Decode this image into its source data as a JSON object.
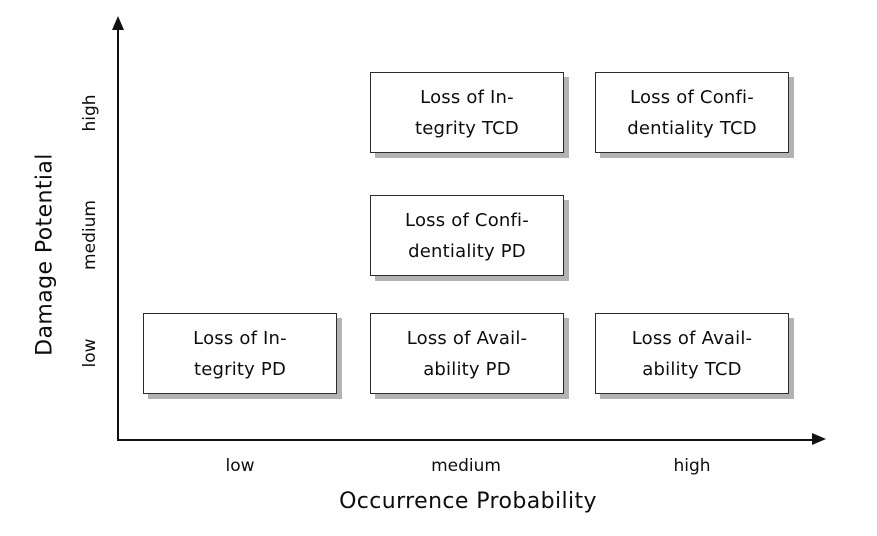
{
  "chart_data": {
    "type": "table",
    "title": "",
    "xlabel": "Occurrence Probability",
    "ylabel": "Damage Potential",
    "x_categories": [
      "low",
      "medium",
      "high"
    ],
    "y_categories": [
      "low",
      "medium",
      "high"
    ],
    "grid": false,
    "legend": "none",
    "cells": [
      {
        "x": "medium",
        "y": "high",
        "label": "Loss of Integrity TCD",
        "line1": "Loss of In-",
        "line2": "tegrity TCD"
      },
      {
        "x": "high",
        "y": "high",
        "label": "Loss of Confidentiality TCD",
        "line1": "Loss of Confi-",
        "line2": "dentiality TCD"
      },
      {
        "x": "medium",
        "y": "medium",
        "label": "Loss of Confidentiality PD",
        "line1": "Loss of Confi-",
        "line2": "dentiality PD"
      },
      {
        "x": "low",
        "y": "low",
        "label": "Loss of Integrity PD",
        "line1": "Loss of In-",
        "line2": "tegrity PD"
      },
      {
        "x": "medium",
        "y": "low",
        "label": "Loss of Availability PD",
        "line1": "Loss of Avail-",
        "line2": "ability PD"
      },
      {
        "x": "high",
        "y": "low",
        "label": "Loss of Availability TCD",
        "line1": "Loss of Avail-",
        "line2": "ability TCD"
      }
    ]
  },
  "axes": {
    "y": {
      "title": "Damage Potential",
      "ticks": {
        "high": "high",
        "medium": "medium",
        "low": "low"
      }
    },
    "x": {
      "title": "Occurrence Probability",
      "ticks": {
        "low": "low",
        "medium": "medium",
        "high": "high"
      }
    }
  },
  "colors": {
    "axis": "#111111",
    "box_border": "#2b2b2b",
    "box_fill": "#ffffff",
    "box_shadow": "#b3b3b3",
    "text": "#0d0d0d",
    "background": "#ffffff"
  }
}
